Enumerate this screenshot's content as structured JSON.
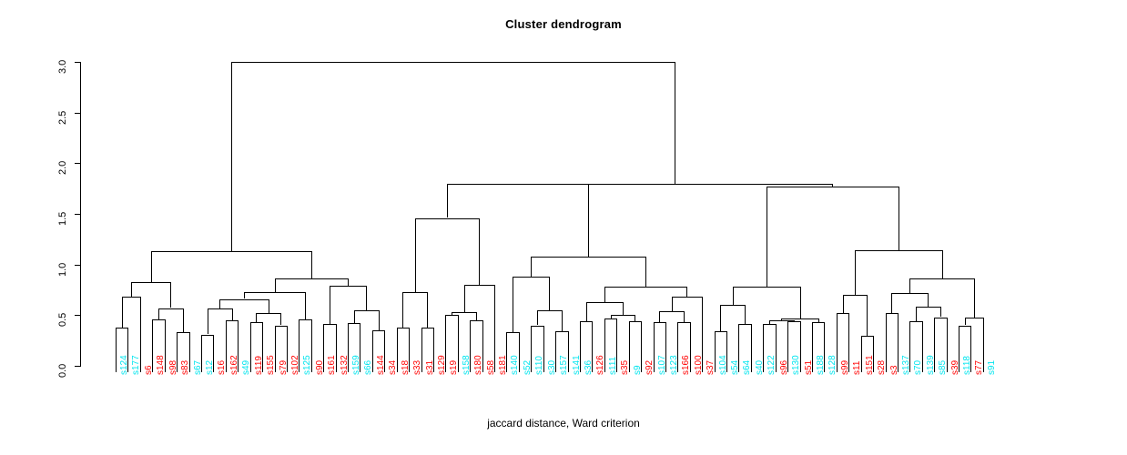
{
  "title": "Cluster dendrogram",
  "xlabel": "jaccard distance, Ward criterion",
  "ylabel": "",
  "colors": {
    "cluster_a": "#00e5ee",
    "cluster_b": "#ff0000",
    "tree": "#000000"
  },
  "chart_data": {
    "type": "dendrogram",
    "title": "Cluster dendrogram",
    "xlabel": "jaccard distance, Ward criterion",
    "ylabel": "",
    "ylim": [
      0.0,
      3.0
    ],
    "yticks": [
      "0.0",
      "0.5",
      "1.0",
      "1.5",
      "2.0",
      "2.5",
      "3.0"
    ],
    "ytick_values": [
      0.0,
      0.5,
      1.0,
      1.5,
      2.0,
      2.5,
      3.0
    ],
    "grid": false,
    "legend": "none",
    "linkage": "ward",
    "distance": "jaccard",
    "n_leaves": 72,
    "leaves": [
      {
        "label": "s124",
        "color": "#00e5ee"
      },
      {
        "label": "s177",
        "color": "#00e5ee"
      },
      {
        "label": "s6",
        "color": "#ff0000"
      },
      {
        "label": "s148",
        "color": "#ff0000"
      },
      {
        "label": "s98",
        "color": "#ff0000"
      },
      {
        "label": "s83",
        "color": "#ff0000"
      },
      {
        "label": "s67",
        "color": "#00e5ee"
      },
      {
        "label": "s12",
        "color": "#00e5ee"
      },
      {
        "label": "s16",
        "color": "#ff0000"
      },
      {
        "label": "s162",
        "color": "#ff0000"
      },
      {
        "label": "s49",
        "color": "#00e5ee"
      },
      {
        "label": "s119",
        "color": "#ff0000"
      },
      {
        "label": "s155",
        "color": "#ff0000"
      },
      {
        "label": "s79",
        "color": "#ff0000"
      },
      {
        "label": "s102",
        "color": "#ff0000"
      },
      {
        "label": "s125",
        "color": "#00e5ee"
      },
      {
        "label": "s90",
        "color": "#ff0000"
      },
      {
        "label": "s161",
        "color": "#ff0000"
      },
      {
        "label": "s132",
        "color": "#ff0000"
      },
      {
        "label": "s159",
        "color": "#00e5ee"
      },
      {
        "label": "s66",
        "color": "#00e5ee"
      },
      {
        "label": "s144",
        "color": "#ff0000"
      },
      {
        "label": "s34",
        "color": "#ff0000"
      },
      {
        "label": "s18",
        "color": "#ff0000"
      },
      {
        "label": "s33",
        "color": "#ff0000"
      },
      {
        "label": "s31",
        "color": "#ff0000"
      },
      {
        "label": "s129",
        "color": "#ff0000"
      },
      {
        "label": "s19",
        "color": "#ff0000"
      },
      {
        "label": "s158",
        "color": "#00e5ee"
      },
      {
        "label": "s180",
        "color": "#ff0000"
      },
      {
        "label": "s58",
        "color": "#ff0000"
      },
      {
        "label": "s181",
        "color": "#ff0000"
      },
      {
        "label": "s140",
        "color": "#00e5ee"
      },
      {
        "label": "s52",
        "color": "#00e5ee"
      },
      {
        "label": "s110",
        "color": "#00e5ee"
      },
      {
        "label": "s30",
        "color": "#00e5ee"
      },
      {
        "label": "s157",
        "color": "#00e5ee"
      },
      {
        "label": "s141",
        "color": "#00e5ee"
      },
      {
        "label": "s36",
        "color": "#00e5ee"
      },
      {
        "label": "s126",
        "color": "#ff0000"
      },
      {
        "label": "s111",
        "color": "#00e5ee"
      },
      {
        "label": "s35",
        "color": "#ff0000"
      },
      {
        "label": "s9",
        "color": "#00e5ee"
      },
      {
        "label": "s92",
        "color": "#ff0000"
      },
      {
        "label": "s107",
        "color": "#00e5ee"
      },
      {
        "label": "s123",
        "color": "#00e5ee"
      },
      {
        "label": "s166",
        "color": "#ff0000"
      },
      {
        "label": "s100",
        "color": "#ff0000"
      },
      {
        "label": "s37",
        "color": "#ff0000"
      },
      {
        "label": "s104",
        "color": "#00e5ee"
      },
      {
        "label": "s54",
        "color": "#00e5ee"
      },
      {
        "label": "s64",
        "color": "#00e5ee"
      },
      {
        "label": "s40",
        "color": "#00e5ee"
      },
      {
        "label": "s122",
        "color": "#00e5ee"
      },
      {
        "label": "s96",
        "color": "#ff0000"
      },
      {
        "label": "s130",
        "color": "#00e5ee"
      },
      {
        "label": "s51",
        "color": "#ff0000"
      },
      {
        "label": "s188",
        "color": "#00e5ee"
      },
      {
        "label": "s128",
        "color": "#00e5ee"
      },
      {
        "label": "s99",
        "color": "#ff0000"
      },
      {
        "label": "s11",
        "color": "#ff0000"
      },
      {
        "label": "s151",
        "color": "#ff0000"
      },
      {
        "label": "s28",
        "color": "#ff0000"
      },
      {
        "label": "s3",
        "color": "#ff0000"
      },
      {
        "label": "s137",
        "color": "#00e5ee"
      },
      {
        "label": "s70",
        "color": "#00e5ee"
      },
      {
        "label": "s139",
        "color": "#00e5ee"
      },
      {
        "label": "s85",
        "color": "#00e5ee"
      },
      {
        "label": "s39",
        "color": "#ff0000"
      },
      {
        "label": "s118",
        "color": "#00e5ee"
      },
      {
        "label": "s77",
        "color": "#ff0000"
      },
      {
        "label": "s91",
        "color": "#00e5ee"
      }
    ],
    "merges": [
      {
        "id": "m1",
        "left": {
          "leaf": 0
        },
        "right": {
          "leaf": 1
        },
        "height": 0.38
      },
      {
        "id": "m2",
        "left": {
          "node": "m1"
        },
        "right": {
          "leaf": 2
        },
        "height": 0.68
      },
      {
        "id": "m3",
        "left": {
          "leaf": 3
        },
        "right": {
          "leaf": 4
        },
        "height": 0.46
      },
      {
        "id": "m4",
        "left": {
          "leaf": 5
        },
        "right": {
          "leaf": 6
        },
        "height": 0.33
      },
      {
        "id": "m5",
        "left": {
          "node": "m3"
        },
        "right": {
          "node": "m4"
        },
        "height": 0.57
      },
      {
        "id": "m6",
        "left": {
          "node": "m2"
        },
        "right": {
          "node": "m5"
        },
        "height": 0.83
      },
      {
        "id": "m7",
        "left": {
          "leaf": 7
        },
        "right": {
          "leaf": 8
        },
        "height": 0.31
      },
      {
        "id": "m8",
        "left": {
          "leaf": 9
        },
        "right": {
          "leaf": 10
        },
        "height": 0.45
      },
      {
        "id": "m9",
        "left": {
          "node": "m7"
        },
        "right": {
          "node": "m8"
        },
        "height": 0.57
      },
      {
        "id": "m10",
        "left": {
          "leaf": 11
        },
        "right": {
          "leaf": 12
        },
        "height": 0.43
      },
      {
        "id": "m11",
        "left": {
          "leaf": 13
        },
        "right": {
          "leaf": 14
        },
        "height": 0.4
      },
      {
        "id": "m12",
        "left": {
          "node": "m10"
        },
        "right": {
          "node": "m11"
        },
        "height": 0.52
      },
      {
        "id": "m13",
        "left": {
          "node": "m9"
        },
        "right": {
          "node": "m12"
        },
        "height": 0.66
      },
      {
        "id": "m14",
        "left": {
          "leaf": 15
        },
        "right": {
          "leaf": 16
        },
        "height": 0.46
      },
      {
        "id": "m15",
        "left": {
          "node": "m13"
        },
        "right": {
          "node": "m14"
        },
        "height": 0.73
      },
      {
        "id": "m16",
        "left": {
          "leaf": 17
        },
        "right": {
          "leaf": 18
        },
        "height": 0.41
      },
      {
        "id": "m17",
        "left": {
          "leaf": 19
        },
        "right": {
          "leaf": 20
        },
        "height": 0.42
      },
      {
        "id": "m18",
        "left": {
          "leaf": 21
        },
        "right": {
          "leaf": 22
        },
        "height": 0.35
      },
      {
        "id": "m19",
        "left": {
          "node": "m17"
        },
        "right": {
          "node": "m18"
        },
        "height": 0.55
      },
      {
        "id": "m20",
        "left": {
          "node": "m16"
        },
        "right": {
          "node": "m19"
        },
        "height": 0.79
      },
      {
        "id": "m21",
        "left": {
          "node": "m15"
        },
        "right": {
          "node": "m20"
        },
        "height": 0.86
      },
      {
        "id": "m22",
        "left": {
          "node": "m6"
        },
        "right": {
          "node": "m21"
        },
        "height": 1.13
      },
      {
        "id": "m23",
        "left": {
          "leaf": 23
        },
        "right": {
          "leaf": 24
        },
        "height": 0.38
      },
      {
        "id": "m24",
        "left": {
          "leaf": 25
        },
        "right": {
          "leaf": 26
        },
        "height": 0.38
      },
      {
        "id": "m25",
        "left": {
          "node": "m23"
        },
        "right": {
          "node": "m24"
        },
        "height": 0.73
      },
      {
        "id": "m26",
        "left": {
          "leaf": 27
        },
        "right": {
          "leaf": 28
        },
        "height": 0.5
      },
      {
        "id": "m27",
        "left": {
          "leaf": 29
        },
        "right": {
          "leaf": 30
        },
        "height": 0.45
      },
      {
        "id": "m28",
        "left": {
          "node": "m26"
        },
        "right": {
          "node": "m27"
        },
        "height": 0.53
      },
      {
        "id": "m29",
        "left": {
          "node": "m28"
        },
        "right": {
          "leaf": 31
        },
        "height": 0.8
      },
      {
        "id": "m30",
        "left": {
          "node": "m25"
        },
        "right": {
          "node": "m29"
        },
        "height": 1.46
      },
      {
        "id": "m31",
        "left": {
          "leaf": 32
        },
        "right": {
          "leaf": 33
        },
        "height": 0.33
      },
      {
        "id": "m32",
        "left": {
          "leaf": 34
        },
        "right": {
          "leaf": 35
        },
        "height": 0.4
      },
      {
        "id": "m33",
        "left": {
          "leaf": 36
        },
        "right": {
          "leaf": 37
        },
        "height": 0.34
      },
      {
        "id": "m34",
        "left": {
          "node": "m32"
        },
        "right": {
          "node": "m33"
        },
        "height": 0.55
      },
      {
        "id": "m35",
        "left": {
          "node": "m31"
        },
        "right": {
          "node": "m34"
        },
        "height": 0.88
      },
      {
        "id": "m36",
        "left": {
          "leaf": 38
        },
        "right": {
          "leaf": 39
        },
        "height": 0.44
      },
      {
        "id": "m37",
        "left": {
          "leaf": 40
        },
        "right": {
          "leaf": 41
        },
        "height": 0.47
      },
      {
        "id": "m38",
        "left": {
          "leaf": 42
        },
        "right": {
          "leaf": 43
        },
        "height": 0.44
      },
      {
        "id": "m39",
        "left": {
          "node": "m37"
        },
        "right": {
          "node": "m38"
        },
        "height": 0.5
      },
      {
        "id": "m40",
        "left": {
          "node": "m36"
        },
        "right": {
          "node": "m39"
        },
        "height": 0.63
      },
      {
        "id": "m41",
        "left": {
          "leaf": 44
        },
        "right": {
          "leaf": 45
        },
        "height": 0.43
      },
      {
        "id": "m42",
        "left": {
          "leaf": 46
        },
        "right": {
          "leaf": 47
        },
        "height": 0.43
      },
      {
        "id": "m43",
        "left": {
          "node": "m41"
        },
        "right": {
          "node": "m42"
        },
        "height": 0.54
      },
      {
        "id": "m44",
        "left": {
          "node": "m43"
        },
        "right": {
          "leaf": 48
        },
        "height": 0.68
      },
      {
        "id": "m45",
        "left": {
          "node": "m40"
        },
        "right": {
          "node": "m44"
        },
        "height": 0.78
      },
      {
        "id": "m46",
        "left": {
          "node": "m35"
        },
        "right": {
          "node": "m45"
        },
        "height": 1.08
      },
      {
        "id": "m47",
        "left": {
          "node": "m30"
        },
        "right": {
          "node": "m46"
        },
        "height": 1.8
      },
      {
        "id": "m48",
        "left": {
          "leaf": 49
        },
        "right": {
          "leaf": 50
        },
        "height": 0.34
      },
      {
        "id": "m49",
        "left": {
          "leaf": 51
        },
        "right": {
          "leaf": 52
        },
        "height": 0.41
      },
      {
        "id": "m50",
        "left": {
          "node": "m48"
        },
        "right": {
          "node": "m49"
        },
        "height": 0.6
      },
      {
        "id": "m51",
        "left": {
          "leaf": 53
        },
        "right": {
          "leaf": 54
        },
        "height": 0.41
      },
      {
        "id": "m52",
        "left": {
          "leaf": 55
        },
        "right": {
          "leaf": 56
        },
        "height": 0.44
      },
      {
        "id": "m53",
        "left": {
          "node": "m51"
        },
        "right": {
          "node": "m52"
        },
        "height": 0.45
      },
      {
        "id": "m54",
        "left": {
          "leaf": 57
        },
        "right": {
          "leaf": 58
        },
        "height": 0.43
      },
      {
        "id": "m55",
        "left": {
          "node": "m53"
        },
        "right": {
          "node": "m54"
        },
        "height": 0.47
      },
      {
        "id": "m56",
        "left": {
          "node": "m50"
        },
        "right": {
          "node": "m55"
        },
        "height": 0.78
      },
      {
        "id": "m57",
        "left": {
          "leaf": 59
        },
        "right": {
          "leaf": 60
        },
        "height": 0.52
      },
      {
        "id": "m58",
        "left": {
          "leaf": 61
        },
        "right": {
          "leaf": 62
        },
        "height": 0.3
      },
      {
        "id": "m59",
        "left": {
          "node": "m57"
        },
        "right": {
          "node": "m58"
        },
        "height": 0.7
      },
      {
        "id": "m60",
        "left": {
          "leaf": 63
        },
        "right": {
          "leaf": 64
        },
        "height": 0.52
      },
      {
        "id": "m61",
        "left": {
          "leaf": 65
        },
        "right": {
          "leaf": 66
        },
        "height": 0.44
      },
      {
        "id": "m62",
        "left": {
          "leaf": 67
        },
        "right": {
          "leaf": 68
        },
        "height": 0.48
      },
      {
        "id": "m63",
        "left": {
          "node": "m61"
        },
        "right": {
          "node": "m62"
        },
        "height": 0.58
      },
      {
        "id": "m64",
        "left": {
          "node": "m60"
        },
        "right": {
          "node": "m63"
        },
        "height": 0.72
      },
      {
        "id": "m65",
        "left": {
          "leaf": 69
        },
        "right": {
          "leaf": 70
        },
        "height": 0.4
      },
      {
        "id": "m66",
        "left": {
          "node": "m65"
        },
        "right": {
          "leaf": 71
        },
        "height": 0.48
      },
      {
        "id": "m67",
        "left": {
          "node": "m64"
        },
        "right": {
          "node": "m66"
        },
        "height": 0.86
      },
      {
        "id": "m68",
        "left": {
          "node": "m59"
        },
        "right": {
          "node": "m67"
        },
        "height": 1.14
      },
      {
        "id": "m69",
        "left": {
          "node": "m56"
        },
        "right": {
          "node": "m68"
        },
        "height": 1.77
      },
      {
        "id": "m70",
        "left": {
          "node": "m47"
        },
        "right": {
          "node": "m69"
        },
        "height": 1.8
      },
      {
        "id": "m71",
        "left": {
          "node": "m22"
        },
        "right": {
          "node": "m70"
        },
        "height": 3.0
      }
    ]
  }
}
